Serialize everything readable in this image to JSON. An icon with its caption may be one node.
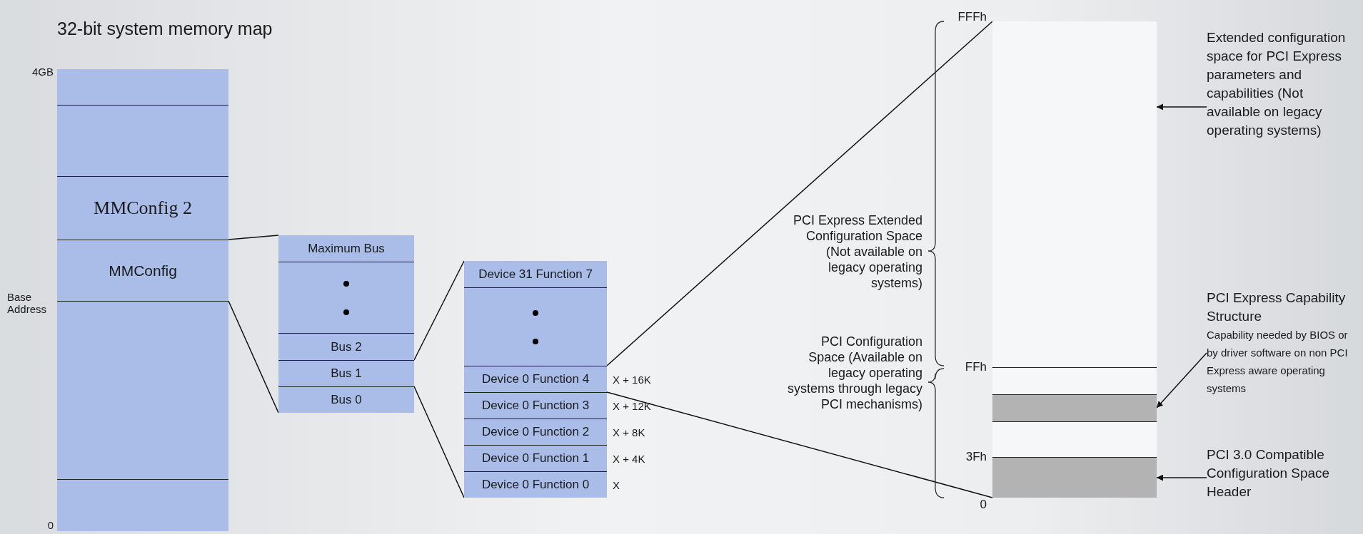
{
  "diagram": {
    "title": "32-bit system memory map",
    "nodes": [
      {
        "text": [],
        "shape": "box"
      },
      {
        "text": [],
        "shape": "box",
        "in": 0
      },
      {
        "text": [],
        "shape": "box",
        "in": 0
      },
      {
        "text": [
          "MMConfig 2"
        ],
        "in": 0
      },
      {
        "text": [
          "MMConfig"
        ],
        "in": 0
      },
      {
        "text": [],
        "shape": "box",
        "in": 0
      },
      {
        "text": [],
        "shape": "box",
        "in": 0
      },
      {
        "text": [],
        "shape": "box"
      },
      {
        "text": [
          "Maximum Bus"
        ],
        "in": 7
      },
      {
        "text": [],
        "shape": "box",
        "in": 7
      },
      {
        "text": [
          "Bus 2"
        ],
        "in": 7
      },
      {
        "text": [
          "Bus 1"
        ],
        "in": 7
      },
      {
        "text": [
          "Bus 0"
        ],
        "in": 7
      },
      {
        "text": [],
        "shape": "box"
      },
      {
        "text": [
          "Device 31 Function 7"
        ],
        "in": 13
      },
      {
        "text": [],
        "shape": "box",
        "in": 13
      },
      {
        "text": [
          "Device 0 Function 4"
        ],
        "in": 13
      },
      {
        "text": [
          "Device 0 Function 3"
        ],
        "in": 13
      },
      {
        "text": [
          "Device 0 Function 2"
        ],
        "in": 13
      },
      {
        "text": [
          "Device 0 Function 1"
        ],
        "in": 13
      },
      {
        "text": [
          "Device 0 Function 0"
        ],
        "in": 13
      },
      {
        "text": [],
        "shape": "box"
      },
      {
        "text": [],
        "shape": "box",
        "in": 21
      },
      {
        "text": [],
        "shape": "box",
        "in": 21
      },
      {
        "text": [],
        "shape": "box",
        "in": 21
      },
      {
        "text": [],
        "shape": "box",
        "in": 21
      },
      {
        "text": [],
        "shape": "box",
        "in": 21
      },
      {
        "text": [
          "Extended configuration space for PCI Express parameters and capabilities (Not available on legacy operating systems)"
        ]
      },
      {
        "text": [
          "PCI Express Capability Structure",
          "Capability needed by BIOS or by driver software on non PCI Express aware operating systems"
        ]
      },
      {
        "text": [
          "PCI 3.0 Compatible Configuration Space Header"
        ]
      }
    ],
    "edges": [
      {
        "from": 4,
        "to": 7,
        "arrow": "none"
      },
      {
        "from": 4,
        "to": 7,
        "arrow": "none"
      },
      {
        "from": 11,
        "to": 13,
        "arrow": "none"
      },
      {
        "from": 11,
        "to": 13,
        "arrow": "none"
      },
      {
        "from": 16,
        "to": 21,
        "arrow": "none"
      },
      {
        "from": 16,
        "to": 21,
        "arrow": "none"
      },
      {
        "from": 27,
        "to": 22,
        "arrow": "to"
      },
      {
        "from": 28,
        "to": 24,
        "arrow": "to"
      },
      {
        "from": 29,
        "to": 26,
        "arrow": "to"
      }
    ],
    "labels": [
      "4GB",
      "Base Address",
      "0",
      "X + 16K",
      "X + 12K",
      "X + 8K",
      "X + 4K",
      "X",
      "PCI Express Extended Configuration Space (Not available on legacy operating systems)",
      "FFFh",
      "FFh",
      "PCI Configuration Space (Available on legacy operating systems through legacy PCI mechanisms)",
      "3Fh",
      "0"
    ]
  }
}
